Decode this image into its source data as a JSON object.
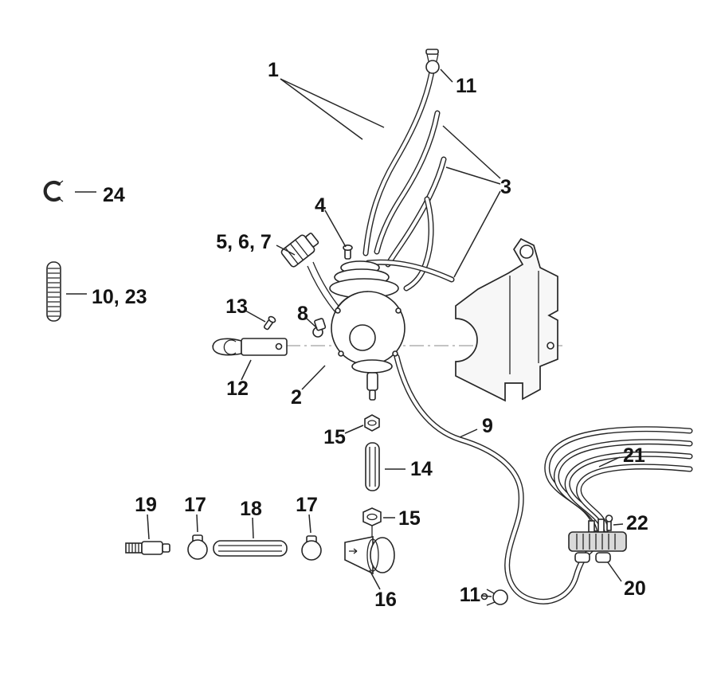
{
  "colors": {
    "ink": "#262626",
    "background": "#ffffff",
    "metal": "#d9d9d9"
  },
  "callouts": {
    "c1": {
      "label": "1"
    },
    "c2": {
      "label": "2"
    },
    "c3": {
      "label": "3"
    },
    "c4": {
      "label": "4"
    },
    "c5_6_7": {
      "label": "5, 6, 7"
    },
    "c8": {
      "label": "8"
    },
    "c9": {
      "label": "9"
    },
    "c10_23": {
      "label": "10, 23"
    },
    "c11_top": {
      "label": "11"
    },
    "c11_bottom": {
      "label": "11"
    },
    "c12": {
      "label": "12"
    },
    "c13": {
      "label": "13"
    },
    "c14": {
      "label": "14"
    },
    "c15_upper": {
      "label": "15"
    },
    "c15_lower": {
      "label": "15"
    },
    "c16": {
      "label": "16"
    },
    "c17_left": {
      "label": "17"
    },
    "c17_right": {
      "label": "17"
    },
    "c18": {
      "label": "18"
    },
    "c19": {
      "label": "19"
    },
    "c20": {
      "label": "20"
    },
    "c21": {
      "label": "21"
    },
    "c22": {
      "label": "22"
    },
    "c24": {
      "label": "24"
    }
  }
}
